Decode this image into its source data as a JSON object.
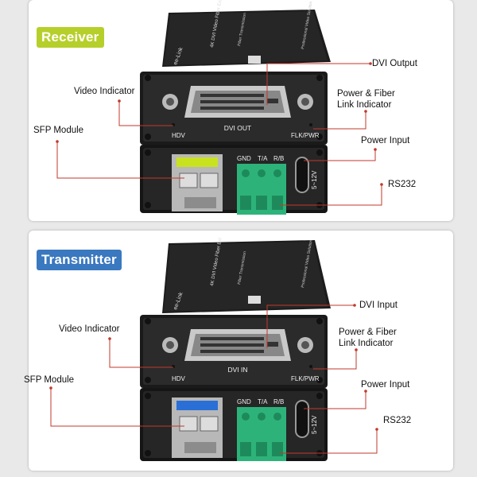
{
  "receiver": {
    "badge": "Receiver",
    "badge_color": "#b7cf2a",
    "port_label": "DVI OUT",
    "callouts": {
      "dvi": "DVI Output",
      "video_indicator": "Video Indicator",
      "power_fiber_line1": "Power & Fiber",
      "power_fiber_line2": "Link Indicator",
      "sfp": "SFP Module",
      "power_input": "Power Input",
      "rs232": "RS232"
    },
    "sfp_latch_color": "#c9e21f"
  },
  "transmitter": {
    "badge": "Transmitter",
    "badge_color": "#3a78bf",
    "port_label": "DVI IN",
    "callouts": {
      "dvi": "DVI Input",
      "video_indicator": "Video Indicator",
      "power_fiber_line1": "Power & Fiber",
      "power_fiber_line2": "Link Indicator",
      "sfp": "SFP Module",
      "power_input": "Power Input",
      "rs232": "RS232"
    },
    "sfp_latch_color": "#2a6fd6"
  },
  "device": {
    "hdv_label": "HDV",
    "flk_label": "FLK/PWR",
    "terminal_labels": [
      "GND",
      "T/A",
      "R/B"
    ],
    "voltage_label": "5~12V",
    "top_text_1": "4K DVI Video Fiber Ext",
    "top_text_2": "Fiber Transmission",
    "top_text_3": "Professional Video Solution",
    "logo_text": "ee-Link"
  },
  "colors": {
    "leader_line": "#c0392b",
    "terminal_green": "#2db37a",
    "device_body": "#1f1f1f"
  }
}
